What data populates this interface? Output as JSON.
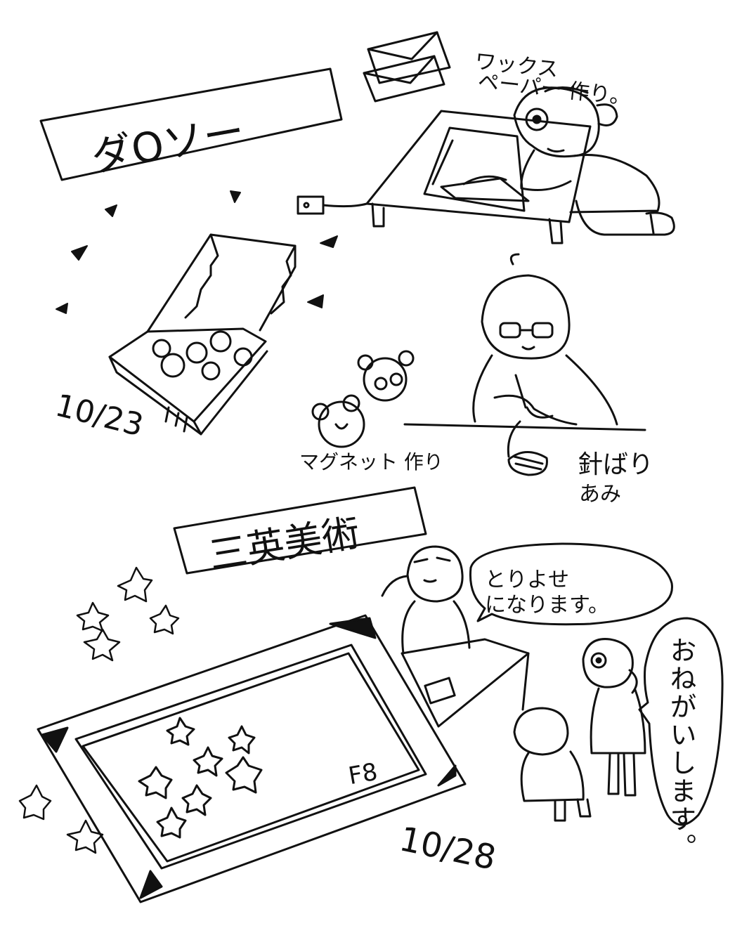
{
  "daiso": {
    "sign_label": "ダOソー",
    "date": "10/23",
    "wax_paper_caption": [
      "ワックス",
      "ペーパー 作り。"
    ],
    "magnet_caption": "マグネット 作り",
    "needle_caption": [
      "針ばり",
      "あみ"
    ]
  },
  "sanei": {
    "sign_label": "三英美術",
    "date": "10/28",
    "canvas_size": "F8",
    "clerk_speech": [
      "とりよせ",
      "になります。"
    ],
    "customer_speech": "おねがいします。"
  }
}
